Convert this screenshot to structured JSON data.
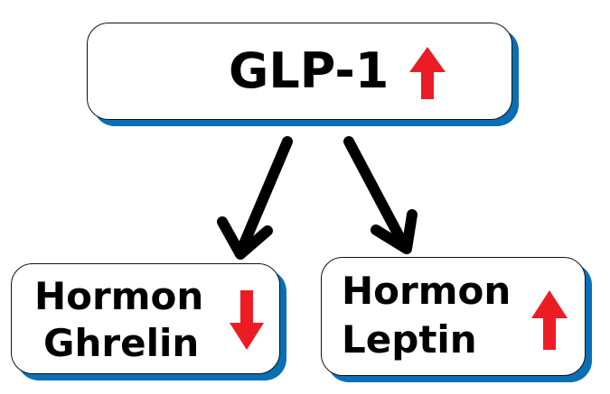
{
  "top": {
    "label": "GLP-1",
    "trend": "up"
  },
  "left": {
    "line1": "Hormon",
    "line2": "Ghrelin",
    "trend": "down"
  },
  "right": {
    "line1": "Hormon",
    "line2": "Leptin",
    "trend": "up"
  },
  "colors": {
    "shadow": "#0a6fb5",
    "arrow_trend": "#ec1c24",
    "connector": "#000000"
  }
}
